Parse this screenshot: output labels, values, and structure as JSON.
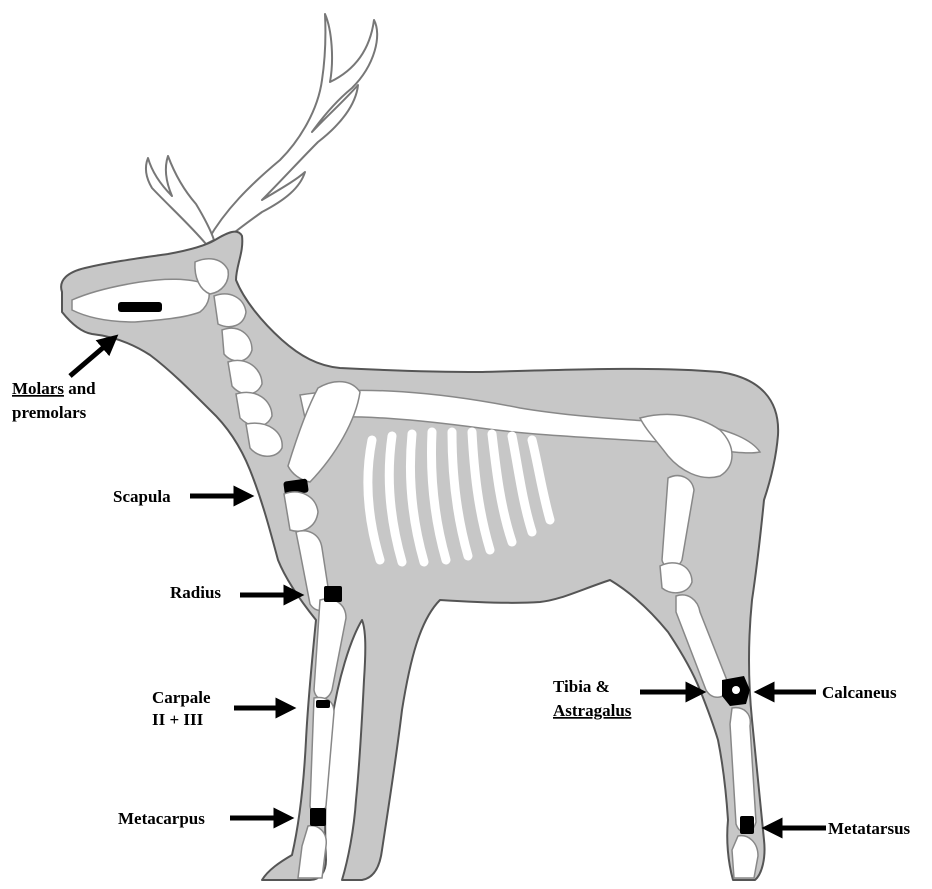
{
  "colors": {
    "body_fill": "#c7c7c7",
    "bone_fill": "#ffffff",
    "highlight_bone": "#000000",
    "outline": "#5a5a5a",
    "antler_fill": "#ffffff",
    "arrow": "#000000"
  },
  "labels": {
    "molars_underlined": "Molars",
    "molars_rest": " and",
    "premolars": "premolars",
    "scapula": "Scapula",
    "radius": "Radius",
    "carpale_line1": "Carpale",
    "carpale_line2": "II + III",
    "metacarpus": "Metacarpus",
    "tibia_line1": "Tibia &",
    "tibia_line2": "Astragalus",
    "calcaneus": "Calcaneus",
    "metatarsus": "Metatarsus"
  }
}
